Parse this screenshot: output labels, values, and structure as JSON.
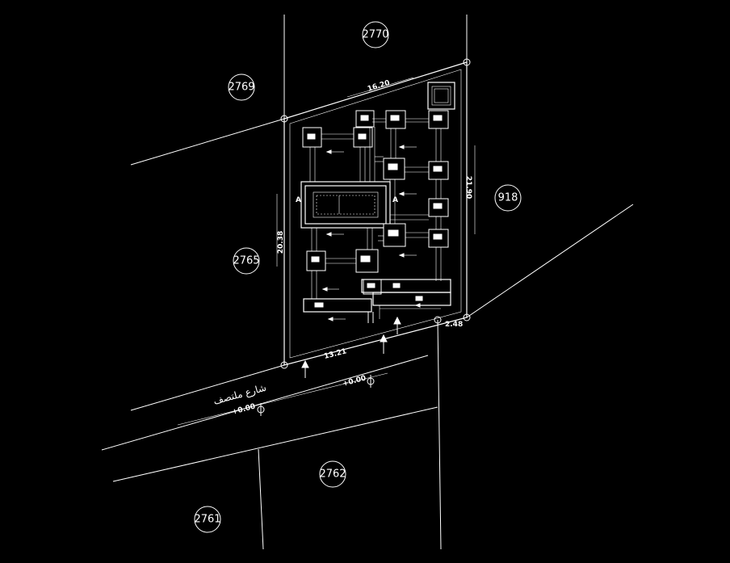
{
  "parcels": {
    "p2770": "2770",
    "p2769": "2769",
    "p918": "918",
    "p2765": "2765",
    "p2762": "2762",
    "p2761": "2761"
  },
  "dimensions": {
    "top": "16.20",
    "right": "21.90",
    "left": "20.38",
    "bottom": "13.21",
    "corner": "2.48"
  },
  "levels": {
    "street_upper": "+0.00",
    "street_lower": "+0.00"
  },
  "street_name": "شارع ملتصف",
  "section_marks": {
    "left_a": "A",
    "right_a": "A"
  },
  "colors": {
    "background": "#000000",
    "lines": "#ffffff"
  }
}
